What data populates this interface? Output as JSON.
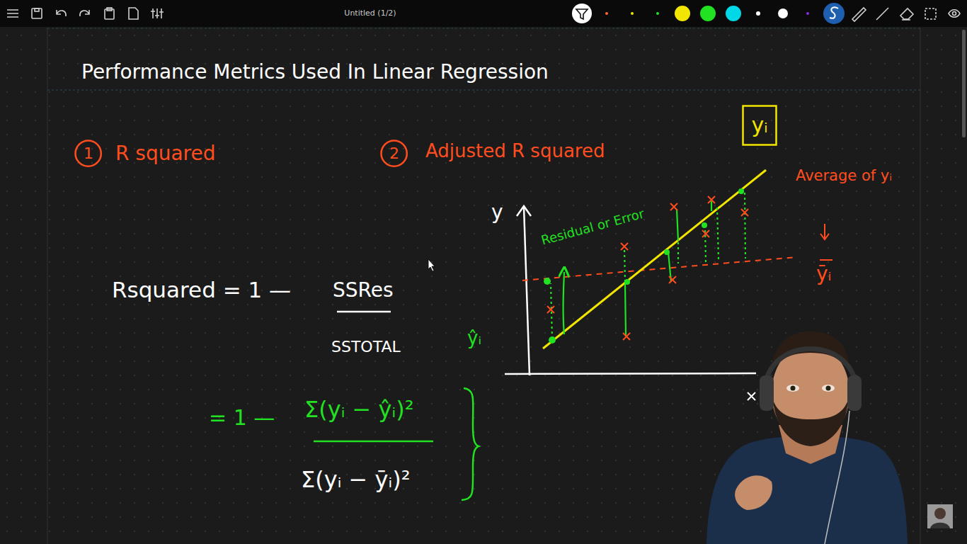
{
  "diagram": {
    "title": "Performance Metrics Used In Linear Regression",
    "nodes": [
      {
        "text": [
          "1"
        ]
      },
      {
        "text": [
          "2"
        ]
      },
      {
        "text": [
          "yᵢ"
        ]
      }
    ],
    "labels": [
      "Untitled (1/2)",
      "R squared",
      "Adjusted R squared",
      "Average of yᵢ",
      "y",
      "Residual or Error",
      "ȳᵢ",
      "ŷᵢ",
      "Rsquared = 1 —",
      "SSRes",
      "SSTOTAL",
      "= 1 —",
      "Σ(yᵢ − ŷᵢ)²",
      "Σ(yᵢ − ȳᵢ)²"
    ]
  }
}
